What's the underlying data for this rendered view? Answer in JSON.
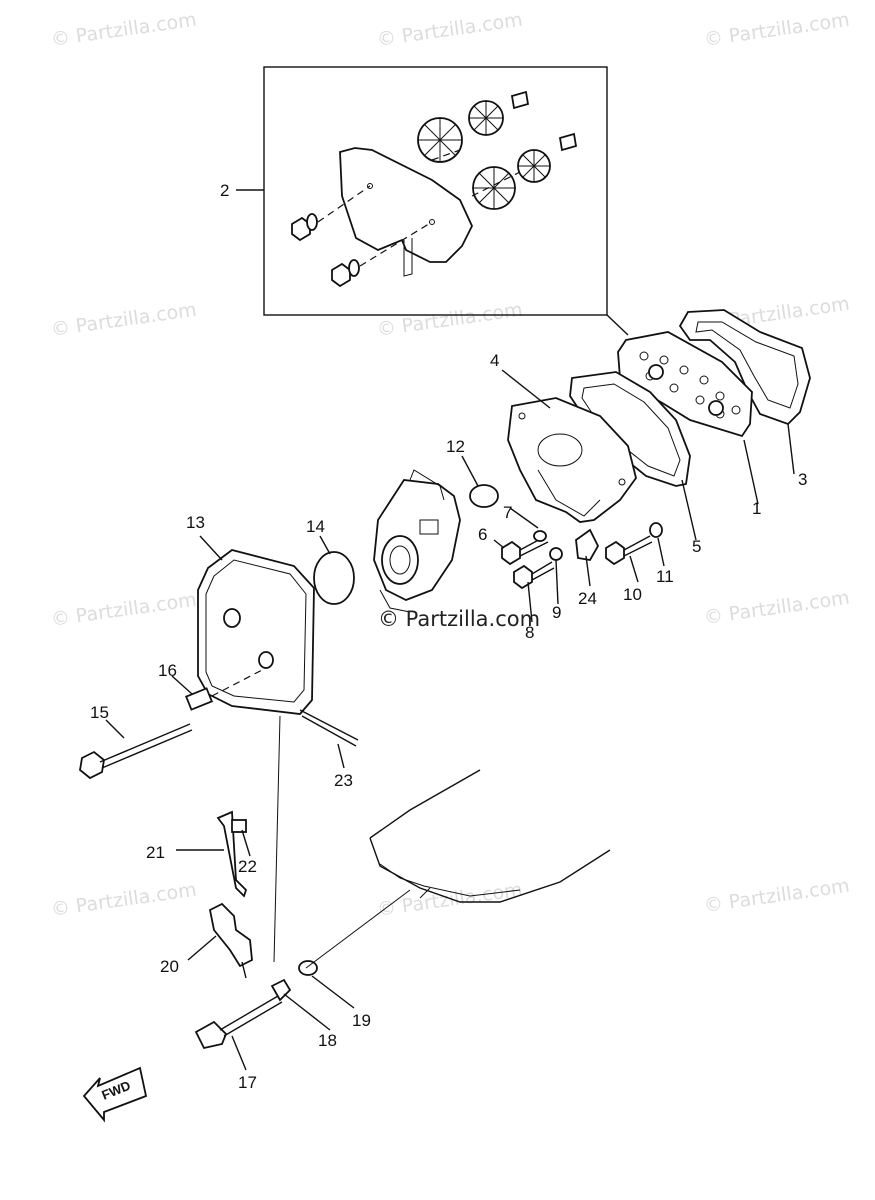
{
  "watermark": {
    "text": "© Partzilla.com",
    "center_text": "© Partzilla.com"
  },
  "callouts": {
    "c1": "1",
    "c2": "2",
    "c3": "3",
    "c4": "4",
    "c5": "5",
    "c6": "6",
    "c7": "7",
    "c8": "8",
    "c9": "9",
    "c10": "10",
    "c11": "11",
    "c12": "12",
    "c13": "13",
    "c14": "14",
    "c15": "15",
    "c16": "16",
    "c17": "17",
    "c18": "18",
    "c19": "19",
    "c20": "20",
    "c21": "21",
    "c22": "22",
    "c23": "23",
    "c24": "24"
  },
  "fwd_label": "FWD"
}
